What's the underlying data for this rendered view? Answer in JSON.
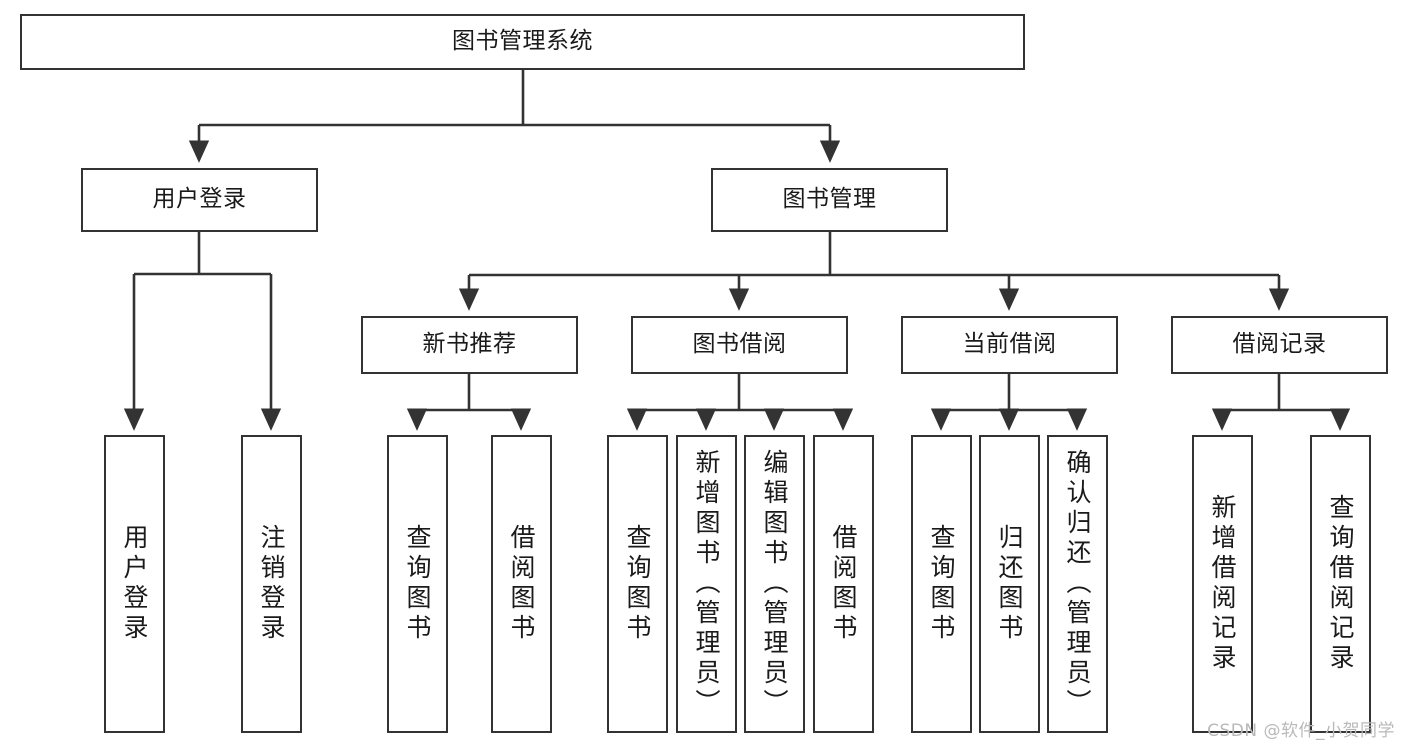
{
  "diagram": {
    "title": "图书管理系统",
    "type": "tree-hierarchy-chart",
    "line_color": "#333333",
    "box_fill": "#ffffff",
    "text_color": "#1a1a1a",
    "watermark": "CSDN @软件_小贺同学"
  },
  "root": {
    "label": "图书管理系统"
  },
  "level2": [
    {
      "id": "user-login",
      "label": "用户登录"
    },
    {
      "id": "book-management",
      "label": "图书管理"
    }
  ],
  "level3": [
    {
      "id": "new-book-recommend",
      "label": "新书推荐"
    },
    {
      "id": "book-borrow",
      "label": "图书借阅"
    },
    {
      "id": "current-borrow",
      "label": "当前借阅"
    },
    {
      "id": "borrow-record",
      "label": "借阅记录"
    }
  ],
  "leaves": {
    "user_login": [
      {
        "id": "leaf-user-login",
        "label": "用户登录"
      },
      {
        "id": "leaf-logout-login",
        "label": "注销登录"
      }
    ],
    "new_book_recommend": [
      {
        "id": "leaf-query-book-1",
        "label": "查询图书"
      },
      {
        "id": "leaf-borrow-book-1",
        "label": "借阅图书"
      }
    ],
    "book_borrow": [
      {
        "id": "leaf-query-book-2",
        "label": "查询图书"
      },
      {
        "id": "leaf-add-book-admin",
        "label": "新增图书（管理员）"
      },
      {
        "id": "leaf-edit-book-admin",
        "label": "编辑图书（管理员）"
      },
      {
        "id": "leaf-borrow-book-2",
        "label": "借阅图书"
      }
    ],
    "current_borrow": [
      {
        "id": "leaf-query-book-3",
        "label": "查询图书"
      },
      {
        "id": "leaf-return-book",
        "label": "归还图书"
      },
      {
        "id": "leaf-confirm-return-admin",
        "label": "确认归还（管理员）"
      }
    ],
    "borrow_record": [
      {
        "id": "leaf-add-borrow-record",
        "label": "新增借阅记录"
      },
      {
        "id": "leaf-query-borrow-record",
        "label": "查询借阅记录"
      }
    ]
  }
}
